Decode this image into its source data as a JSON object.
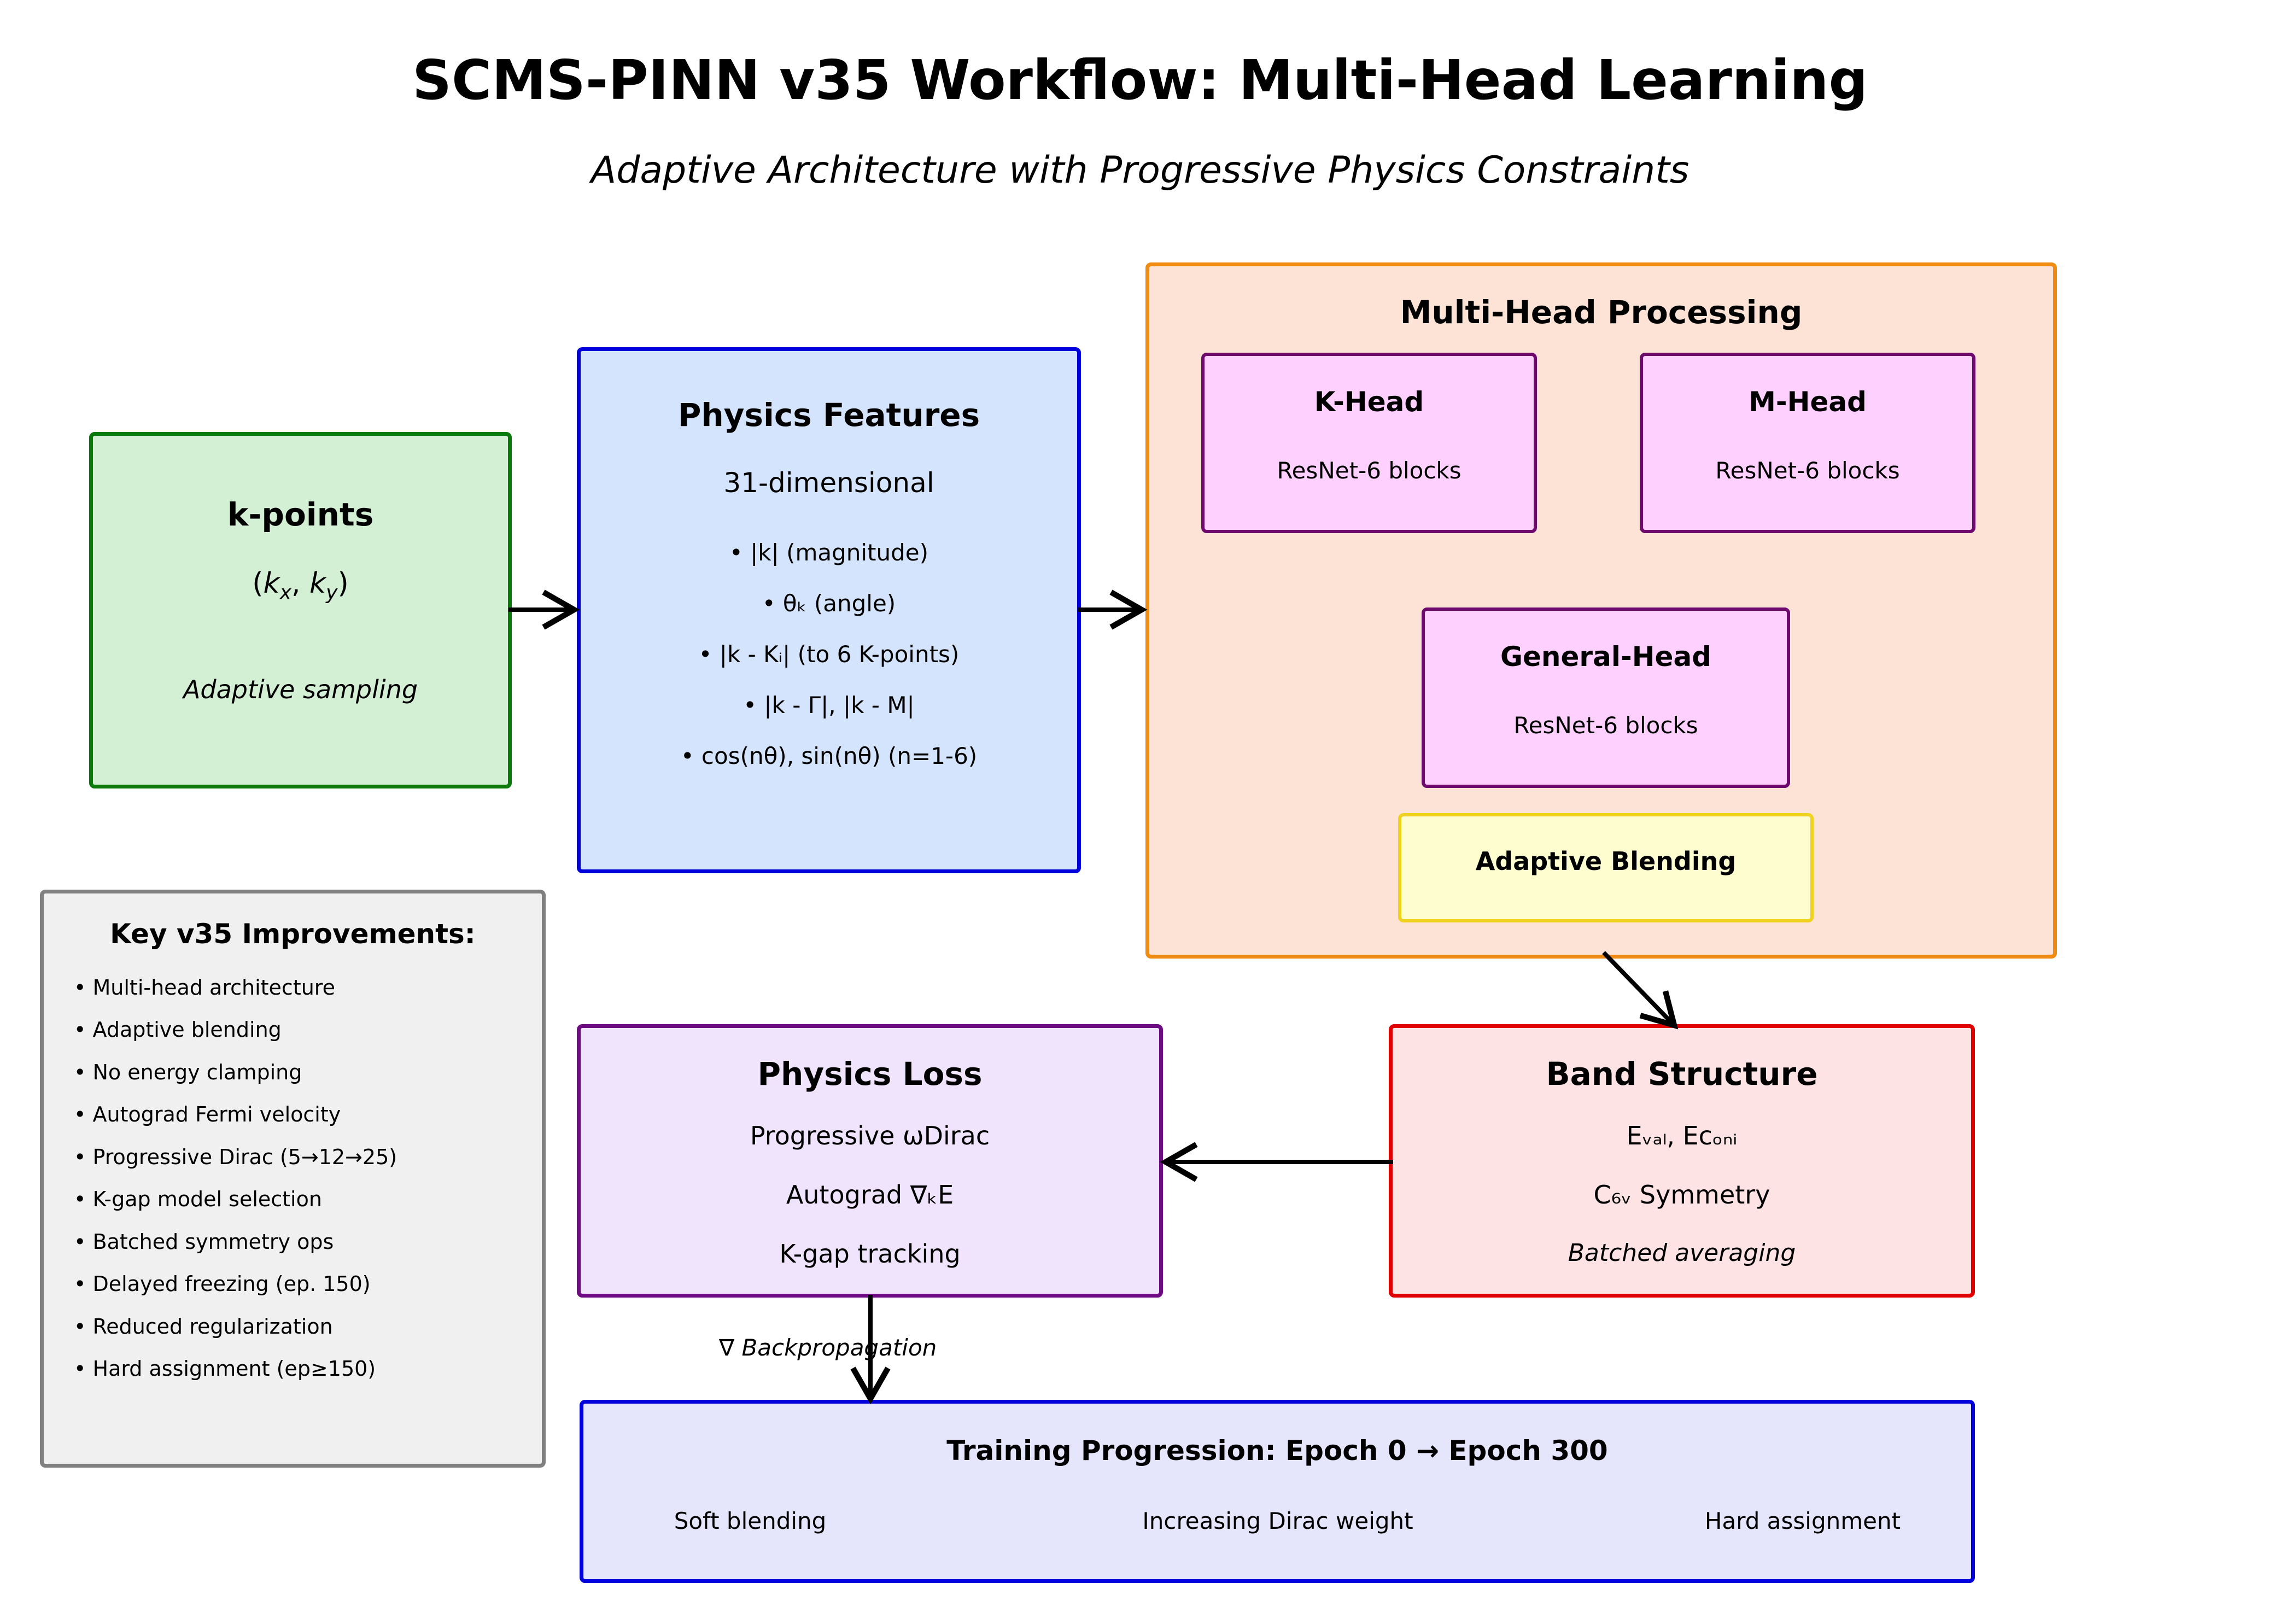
{
  "header": {
    "title": "SCMS-PINN v35 Workflow: Multi-Head Learning",
    "subtitle": "Adaptive Architecture with Progressive Physics Constraints"
  },
  "kpoints": {
    "title": "k-points",
    "coords_open": "(",
    "kx_base": "k",
    "kx_sub": "x",
    "comma": ", ",
    "ky_base": "k",
    "ky_sub": "y",
    "coords_close": ")",
    "note": "Adaptive sampling"
  },
  "features": {
    "title": "Physics Features",
    "dimension": "31-dimensional",
    "items": [
      "• |k| (magnitude)",
      "• θₖ (angle)",
      "• |k - Kᵢ| (to 6 K-points)",
      "• |k - Γ|, |k - M|",
      "• cos(nθ), sin(nθ) (n=1-6)"
    ]
  },
  "multihead": {
    "title": "Multi-Head Processing",
    "heads": [
      {
        "name": "K-Head",
        "desc": "ResNet-6 blocks"
      },
      {
        "name": "M-Head",
        "desc": "ResNet-6 blocks"
      },
      {
        "name": "General-Head",
        "desc": "ResNet-6 blocks"
      }
    ],
    "blending": "Adaptive Blending"
  },
  "improvements": {
    "title": "Key v35 Improvements:",
    "items": [
      "• Multi-head architecture",
      "• Adaptive blending",
      "• No energy clamping",
      "• Autograd Fermi velocity",
      "• Progressive Dirac (5→12→25)",
      "• K-gap model selection",
      "• Batched symmetry ops",
      "• Delayed freezing (ep. 150)",
      "• Reduced regularization",
      "• Hard assignment (ep≥150)"
    ]
  },
  "loss": {
    "title": "Physics Loss",
    "items": [
      "Progressive ωDirac",
      "Autograd ∇ₖE",
      "K-gap tracking"
    ]
  },
  "band": {
    "title": "Band Structure",
    "items": [
      "Eᵥₐₗ, Eᴄₒₙᵢ",
      "C₆ᵥ Symmetry"
    ],
    "note": "Batched averaging"
  },
  "backprop_label": "∇ Backpropagation",
  "training": {
    "title": "Training Progression: Epoch 0 → Epoch 300",
    "stages": [
      "Soft blending",
      "Increasing Dirac weight",
      "Hard assignment"
    ]
  },
  "colors": {
    "kpoints_fill": "#d4f0d4",
    "kpoints_border": "#0a7a0a",
    "features_fill": "#d4e4fc",
    "features_border": "#0000dd",
    "multihead_fill": "#fde3d5",
    "multihead_border": "#f08c14",
    "head_fill": "#fdd0fd",
    "head_border": "#6e0a6e",
    "blend_fill": "#fdfdd0",
    "blend_border": "#f0d21e",
    "improve_fill": "#f0f0f0",
    "improve_border": "#808080",
    "loss_fill": "#efe4fc",
    "loss_border": "#6e0a82",
    "band_fill": "#fde3e4",
    "band_border": "#e00000",
    "train_fill": "#e5e5fc",
    "train_border": "#0000dd"
  }
}
